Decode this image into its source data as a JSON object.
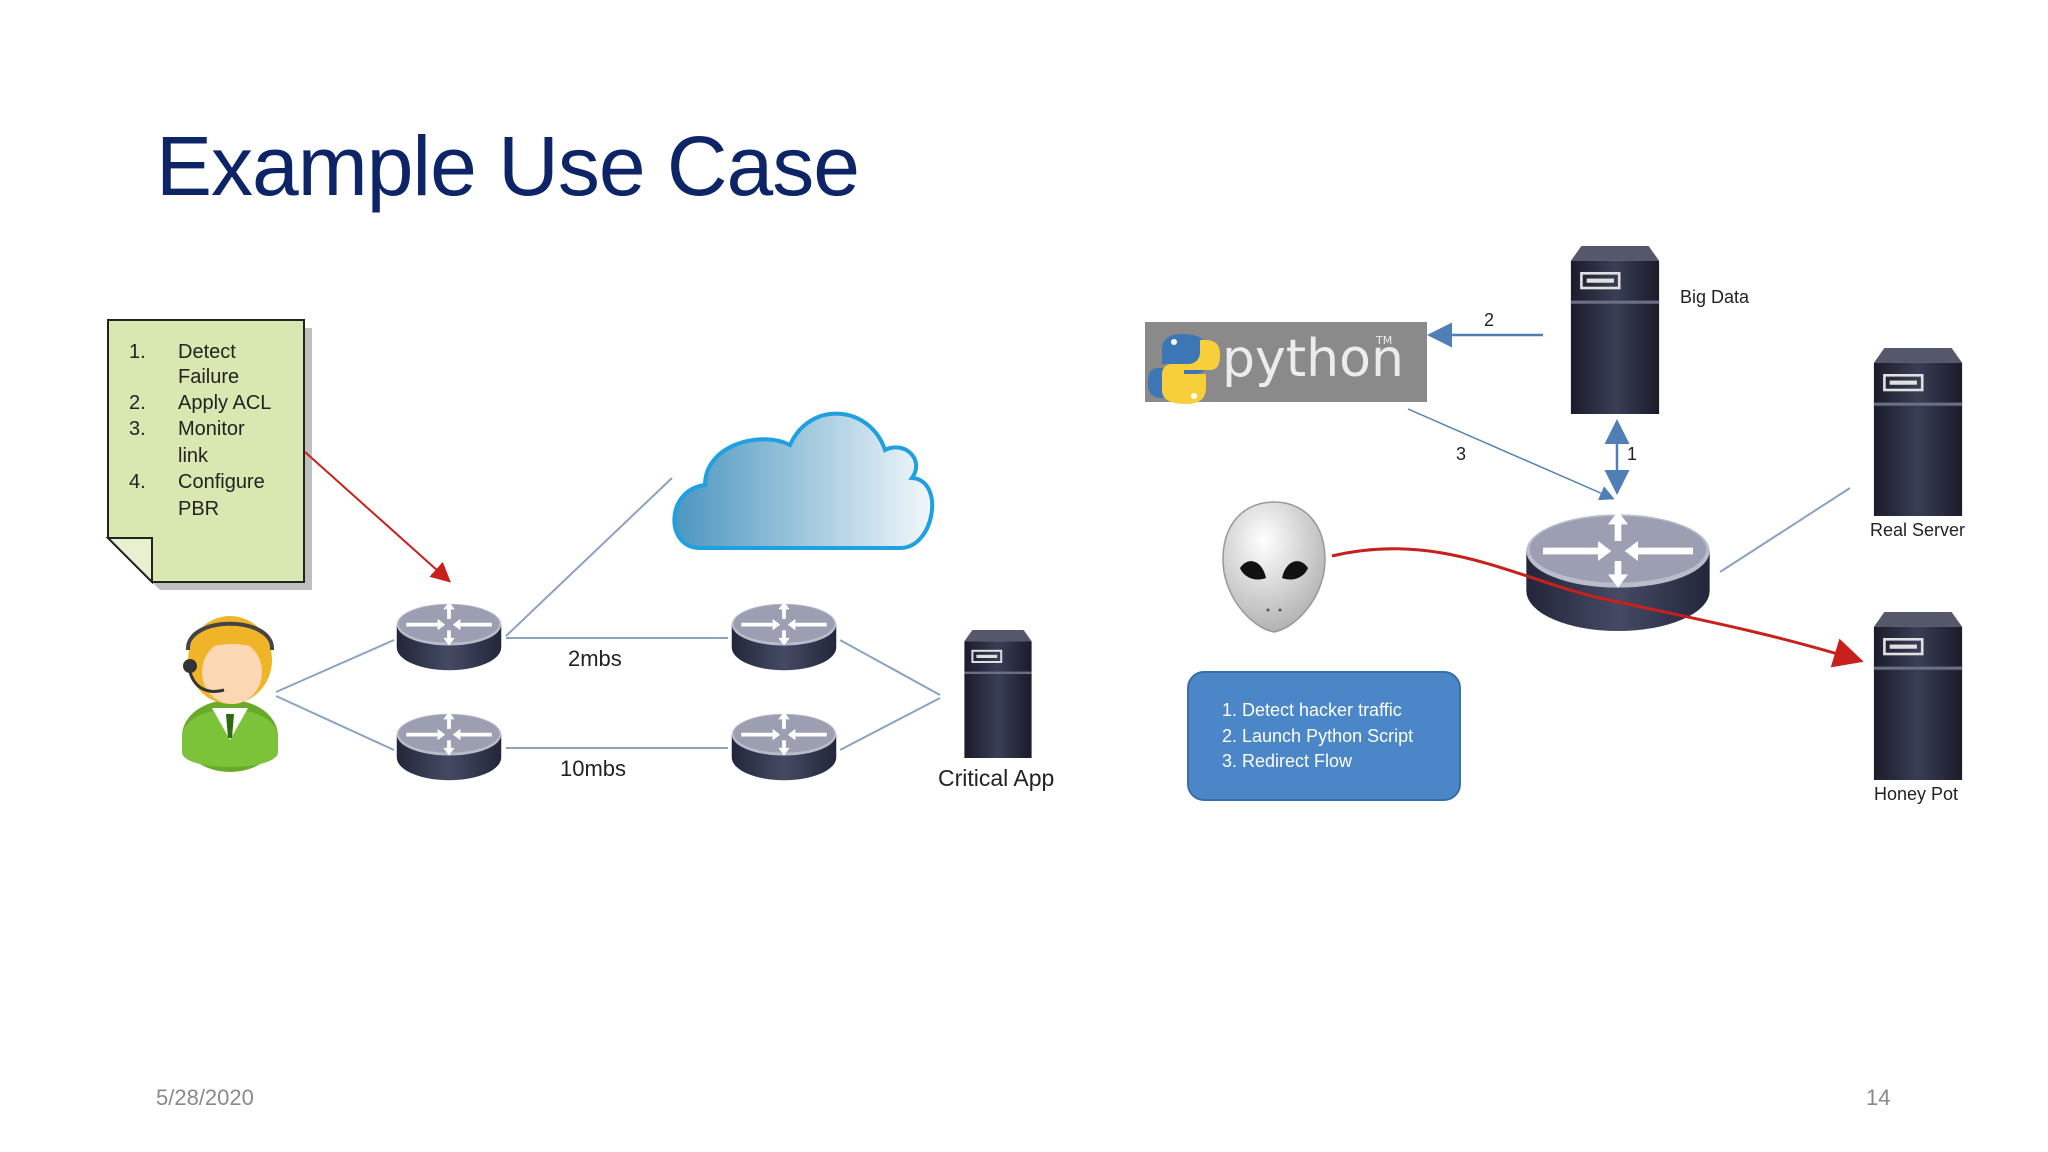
{
  "slide": {
    "title": "Example Use Case",
    "date": "5/28/2020",
    "page_number": "14"
  },
  "left_diagram": {
    "note_items": [
      {
        "num": "1.",
        "text": "Detect",
        "cont": "Failure"
      },
      {
        "num": "2.",
        "text": "Apply ACL",
        "cont": ""
      },
      {
        "num": "3.",
        "text": "Monitor",
        "cont": "link"
      },
      {
        "num": "4.",
        "text": "Configure",
        "cont": "PBR"
      }
    ],
    "link_top_label": "2mbs",
    "link_bottom_label": "10mbs",
    "server_label": "Critical App"
  },
  "right_diagram": {
    "python_logo_text": "python",
    "python_tm": "TM",
    "big_data_label": "Big Data",
    "real_server_label": "Real Server",
    "honey_pot_label": "Honey Pot",
    "arrow_labels": {
      "one": "1",
      "two": "2",
      "three": "3"
    },
    "steps": [
      "1.  Detect hacker traffic",
      "2.  Launch Python Script",
      "3.  Redirect Flow"
    ]
  },
  "colors": {
    "title": "#0d2466",
    "note_fill": "#d8e8b0",
    "steps_box": "#4a86c8",
    "red_arrow": "#c8201c",
    "blue_arrow": "#4f7fb5"
  }
}
